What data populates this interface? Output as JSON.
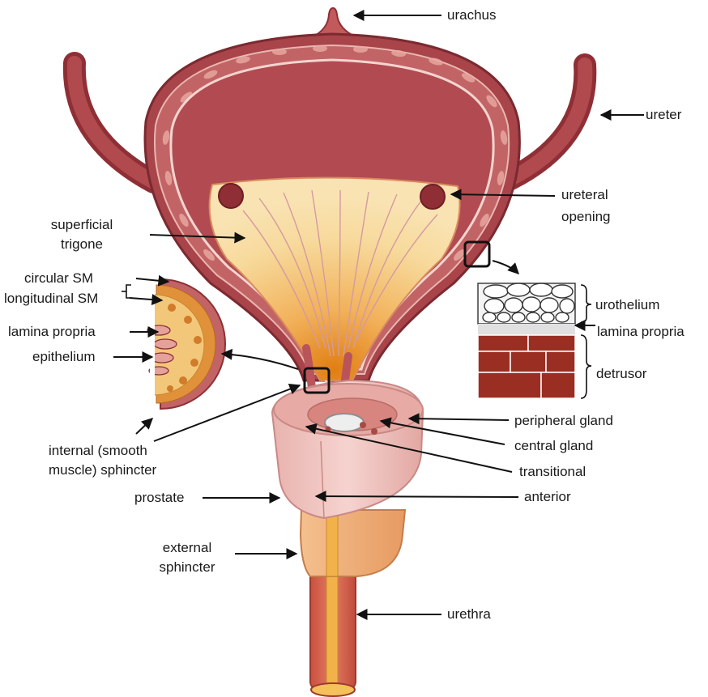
{
  "labels": {
    "urachus": "urachus",
    "ureter": "ureter",
    "ureteral_opening_1": "ureteral",
    "ureteral_opening_2": "opening",
    "superficial_trigone_1": "superficial",
    "superficial_trigone_2": "trigone",
    "circular_sm": "circular SM",
    "longitudinal_sm": "longitudinal SM",
    "lamina_propria_left": "lamina propria",
    "epithelium": "epithelium",
    "urothelium": "urothelium",
    "lamina_propria_right": "lamina propria",
    "detrusor": "detrusor",
    "peripheral_gland": "peripheral gland",
    "central_gland": "central gland",
    "transitional": "transitional",
    "anterior": "anterior",
    "internal_sphincter_1": "internal (smooth",
    "internal_sphincter_2": "muscle) sphincter",
    "prostate": "prostate",
    "external_sphincter_1": "external",
    "external_sphincter_2": "sphincter",
    "urethra": "urethra"
  },
  "colors": {
    "bladder_outer": "#a8444a",
    "bladder_wall": "#c45f5f",
    "bladder_inner": "#b54d52",
    "trigone": "#f6d9a0",
    "trigone_glow": "#e8901a",
    "prostate": "#f0c6c2",
    "external_sphincter": "#f2b783",
    "urethra": "#d9654e",
    "detrusor": "#9a2e22",
    "arrow": "#111111"
  }
}
